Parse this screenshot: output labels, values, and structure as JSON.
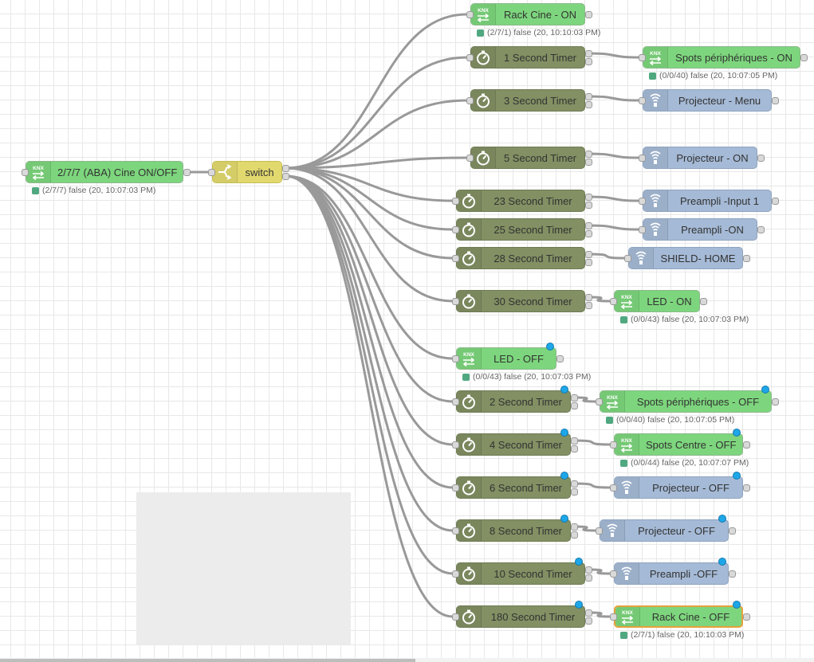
{
  "canvas": {
    "colors": {
      "knx": "#7dd67d",
      "timer": "#829063",
      "ir": "#a5bad6",
      "switch": "#e2d96e",
      "wire": "#999999",
      "changed_dot": "#1ea7e8",
      "status_ok": "#4fa87f",
      "selected_border": "#e5a13c"
    }
  },
  "nodes": [
    {
      "id": "n0",
      "type": "knx",
      "label": "2/7/7 (ABA) Cine ON/OFF",
      "status": "(2/7/7) false (20, 10:07:03 PM)",
      "icon": "knx-icon",
      "changed": false
    },
    {
      "id": "n1",
      "type": "switch",
      "label": "switch",
      "icon": "switch-icon",
      "changed": false
    },
    {
      "id": "n2",
      "type": "knx",
      "label": "Rack Cine - ON",
      "status": "(2/7/1) false (20, 10:10:03 PM)",
      "icon": "knx-icon",
      "changed": false
    },
    {
      "id": "n3",
      "type": "timer",
      "label": "1 Second Timer",
      "icon": "timer-icon",
      "changed": false
    },
    {
      "id": "n4",
      "type": "knx",
      "label": "Spots périphériques - ON",
      "status": "(0/0/40) false (20, 10:07:05 PM)",
      "icon": "knx-icon",
      "changed": false
    },
    {
      "id": "n5",
      "type": "timer",
      "label": "3 Second Timer",
      "icon": "timer-icon",
      "changed": false
    },
    {
      "id": "n6",
      "type": "ir",
      "label": "Projecteur - Menu",
      "icon": "ir-icon",
      "changed": false
    },
    {
      "id": "n7",
      "type": "timer",
      "label": "5 Second Timer",
      "icon": "timer-icon",
      "changed": false
    },
    {
      "id": "n8",
      "type": "ir",
      "label": "Projecteur - ON",
      "icon": "ir-icon",
      "changed": false
    },
    {
      "id": "n9",
      "type": "timer",
      "label": "23 Second Timer",
      "icon": "timer-icon",
      "changed": false
    },
    {
      "id": "n10",
      "type": "ir",
      "label": "Preampli -Input 1",
      "icon": "ir-icon",
      "changed": false
    },
    {
      "id": "n11",
      "type": "timer",
      "label": "25 Second Timer",
      "icon": "timer-icon",
      "changed": false
    },
    {
      "id": "n12",
      "type": "ir",
      "label": "Preampli -ON",
      "icon": "ir-icon",
      "changed": false
    },
    {
      "id": "n13",
      "type": "timer",
      "label": "28 Second Timer",
      "icon": "timer-icon",
      "changed": false
    },
    {
      "id": "n14",
      "type": "ir",
      "label": "SHIELD- HOME",
      "icon": "ir-icon",
      "changed": false
    },
    {
      "id": "n15",
      "type": "timer",
      "label": "30 Second Timer",
      "icon": "timer-icon",
      "changed": false
    },
    {
      "id": "n16",
      "type": "knx",
      "label": "LED - ON",
      "status": "(0/0/43) false (20, 10:07:03 PM)",
      "icon": "knx-icon",
      "changed": false
    },
    {
      "id": "n17",
      "type": "knx",
      "label": "LED - OFF",
      "status": "(0/0/43) false (20, 10:07:03 PM)",
      "icon": "knx-icon",
      "changed": true
    },
    {
      "id": "n18",
      "type": "timer",
      "label": "2 Second Timer",
      "icon": "timer-icon",
      "changed": true
    },
    {
      "id": "n19",
      "type": "knx",
      "label": "Spots périphériques - OFF",
      "status": "(0/0/40) false (20, 10:07:05 PM)",
      "icon": "knx-icon",
      "changed": true
    },
    {
      "id": "n20",
      "type": "timer",
      "label": "4 Second Timer",
      "icon": "timer-icon",
      "changed": true
    },
    {
      "id": "n21",
      "type": "knx",
      "label": "Spots Centre - OFF",
      "status": "(0/0/44) false (20, 10:07:07 PM)",
      "icon": "knx-icon",
      "changed": true
    },
    {
      "id": "n22",
      "type": "timer",
      "label": "6 Second Timer",
      "icon": "timer-icon",
      "changed": true
    },
    {
      "id": "n23",
      "type": "ir",
      "label": "Projecteur - OFF",
      "icon": "ir-icon",
      "changed": true
    },
    {
      "id": "n24",
      "type": "timer",
      "label": "8 Second Timer",
      "icon": "timer-icon",
      "changed": true
    },
    {
      "id": "n25",
      "type": "ir",
      "label": "Projecteur - OFF",
      "icon": "ir-icon",
      "changed": true
    },
    {
      "id": "n26",
      "type": "timer",
      "label": "10 Second Timer",
      "icon": "timer-icon",
      "changed": true
    },
    {
      "id": "n27",
      "type": "ir",
      "label": "Preampli -OFF",
      "icon": "ir-icon",
      "changed": true
    },
    {
      "id": "n28",
      "type": "timer",
      "label": "180 Second Timer",
      "icon": "timer-icon",
      "changed": true
    },
    {
      "id": "n29",
      "type": "knx",
      "label": "Rack Cine - OFF",
      "status": "(2/7/1) false (20, 10:10:03 PM)",
      "icon": "knx-icon",
      "changed": true,
      "selected": true
    }
  ],
  "wires": [
    [
      "n0",
      0,
      "n1"
    ],
    [
      "n1",
      0,
      "n2"
    ],
    [
      "n1",
      0,
      "n3"
    ],
    [
      "n1",
      0,
      "n5"
    ],
    [
      "n1",
      0,
      "n7"
    ],
    [
      "n1",
      0,
      "n9"
    ],
    [
      "n1",
      0,
      "n11"
    ],
    [
      "n1",
      0,
      "n13"
    ],
    [
      "n1",
      0,
      "n15"
    ],
    [
      "n1",
      1,
      "n17"
    ],
    [
      "n1",
      1,
      "n18"
    ],
    [
      "n1",
      1,
      "n20"
    ],
    [
      "n1",
      1,
      "n22"
    ],
    [
      "n1",
      1,
      "n24"
    ],
    [
      "n1",
      1,
      "n26"
    ],
    [
      "n1",
      1,
      "n28"
    ],
    [
      "n3",
      0,
      "n4"
    ],
    [
      "n5",
      0,
      "n6"
    ],
    [
      "n7",
      0,
      "n8"
    ],
    [
      "n9",
      0,
      "n10"
    ],
    [
      "n11",
      0,
      "n12"
    ],
    [
      "n13",
      0,
      "n14"
    ],
    [
      "n15",
      0,
      "n16"
    ],
    [
      "n18",
      0,
      "n19"
    ],
    [
      "n20",
      0,
      "n21"
    ],
    [
      "n22",
      0,
      "n23"
    ],
    [
      "n24",
      0,
      "n25"
    ],
    [
      "n26",
      0,
      "n27"
    ],
    [
      "n28",
      0,
      "n29"
    ]
  ]
}
